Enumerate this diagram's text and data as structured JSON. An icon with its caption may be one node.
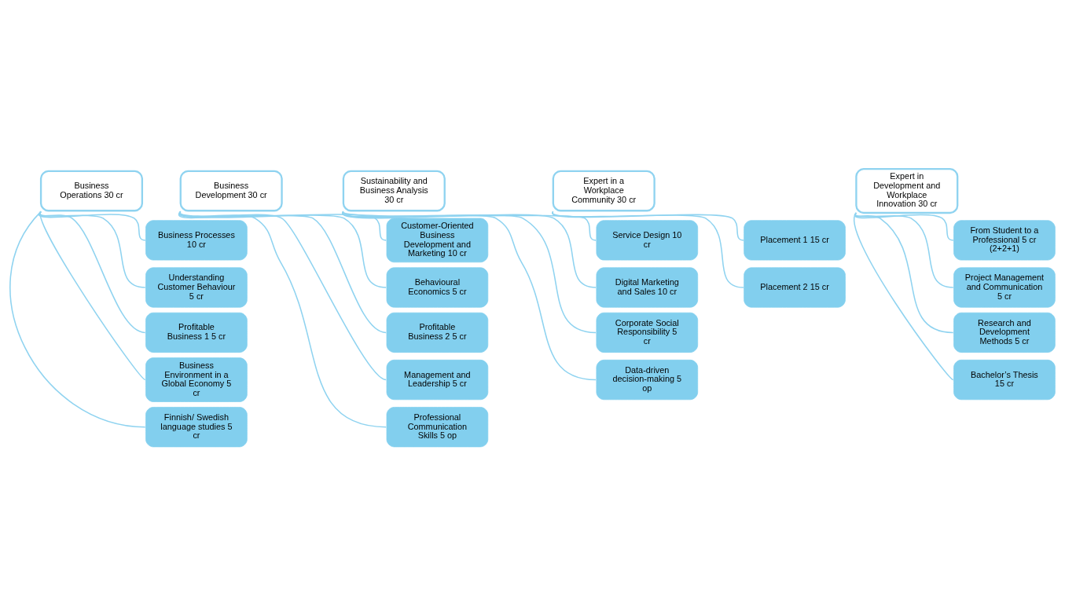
{
  "diagram": {
    "nodes": [
      {
        "text": [
          "Business Operations 30 cr"
        ]
      },
      {
        "text": [
          "Business Processes 10 cr"
        ]
      },
      {
        "text": [
          "Understanding Customer Behaviour 5 cr"
        ]
      },
      {
        "text": [
          "Profitable Business 1 5 cr"
        ]
      },
      {
        "text": [
          "Business Environment in a Global Economy 5 cr"
        ]
      },
      {
        "text": [
          "Finnish/ Swedish language studies 5 cr"
        ]
      },
      {
        "text": [
          "Business Development 30 cr"
        ]
      },
      {
        "text": [
          "Customer-Oriented Business Development and Marketing 10 cr"
        ]
      },
      {
        "text": [
          "Behavioural Economics 5 cr"
        ]
      },
      {
        "text": [
          "Profitable Business 2 5 cr"
        ]
      },
      {
        "text": [
          "Management and Leadership 5 cr"
        ]
      },
      {
        "text": [
          "Professional Communication Skills 5 op"
        ]
      },
      {
        "text": [
          "Sustainability and Business Analysis 30 cr"
        ]
      },
      {
        "text": [
          "Service Design 10 cr"
        ]
      },
      {
        "text": [
          "Digital Marketing and Sales 10 cr"
        ]
      },
      {
        "text": [
          "Corporate Social Responsibility 5 cr"
        ]
      },
      {
        "text": [
          "Data-driven decision-making 5 op"
        ]
      },
      {
        "text": [
          "Expert in a Workplace Community 30 cr"
        ]
      },
      {
        "text": [
          "Placement 1 15 cr"
        ]
      },
      {
        "text": [
          "Placement 2 15 cr"
        ]
      },
      {
        "text": [
          "Expert in Development and Workplace Innovation 30 cr"
        ]
      },
      {
        "text": [
          "From Student to a Professional 5 cr (2+2+1)"
        ]
      },
      {
        "text": [
          "Project Management and Communication 5 cr"
        ]
      },
      {
        "text": [
          "Research and Development Methods 5 cr"
        ]
      },
      {
        "text": [
          "Bachelor’s Thesis 15 cr"
        ]
      }
    ],
    "edges": [
      {
        "from": 0,
        "to": 1,
        "arrow": "none"
      },
      {
        "from": 0,
        "to": 2,
        "arrow": "none"
      },
      {
        "from": 0,
        "to": 3,
        "arrow": "none"
      },
      {
        "from": 0,
        "to": 4,
        "arrow": "none"
      },
      {
        "from": 0,
        "to": 5,
        "arrow": "none"
      },
      {
        "from": 6,
        "to": 7,
        "arrow": "none"
      },
      {
        "from": 6,
        "to": 8,
        "arrow": "none"
      },
      {
        "from": 6,
        "to": 9,
        "arrow": "none"
      },
      {
        "from": 6,
        "to": 10,
        "arrow": "none"
      },
      {
        "from": 6,
        "to": 11,
        "arrow": "none"
      },
      {
        "from": 12,
        "to": 13,
        "arrow": "none"
      },
      {
        "from": 12,
        "to": 14,
        "arrow": "none"
      },
      {
        "from": 12,
        "to": 15,
        "arrow": "none"
      },
      {
        "from": 12,
        "to": 16,
        "arrow": "none"
      },
      {
        "from": 17,
        "to": 18,
        "arrow": "none"
      },
      {
        "from": 17,
        "to": 19,
        "arrow": "none"
      },
      {
        "from": 20,
        "to": 21,
        "arrow": "none"
      },
      {
        "from": 20,
        "to": 22,
        "arrow": "none"
      },
      {
        "from": 20,
        "to": 23,
        "arrow": "none"
      },
      {
        "from": 20,
        "to": 24,
        "arrow": "none"
      }
    ]
  }
}
